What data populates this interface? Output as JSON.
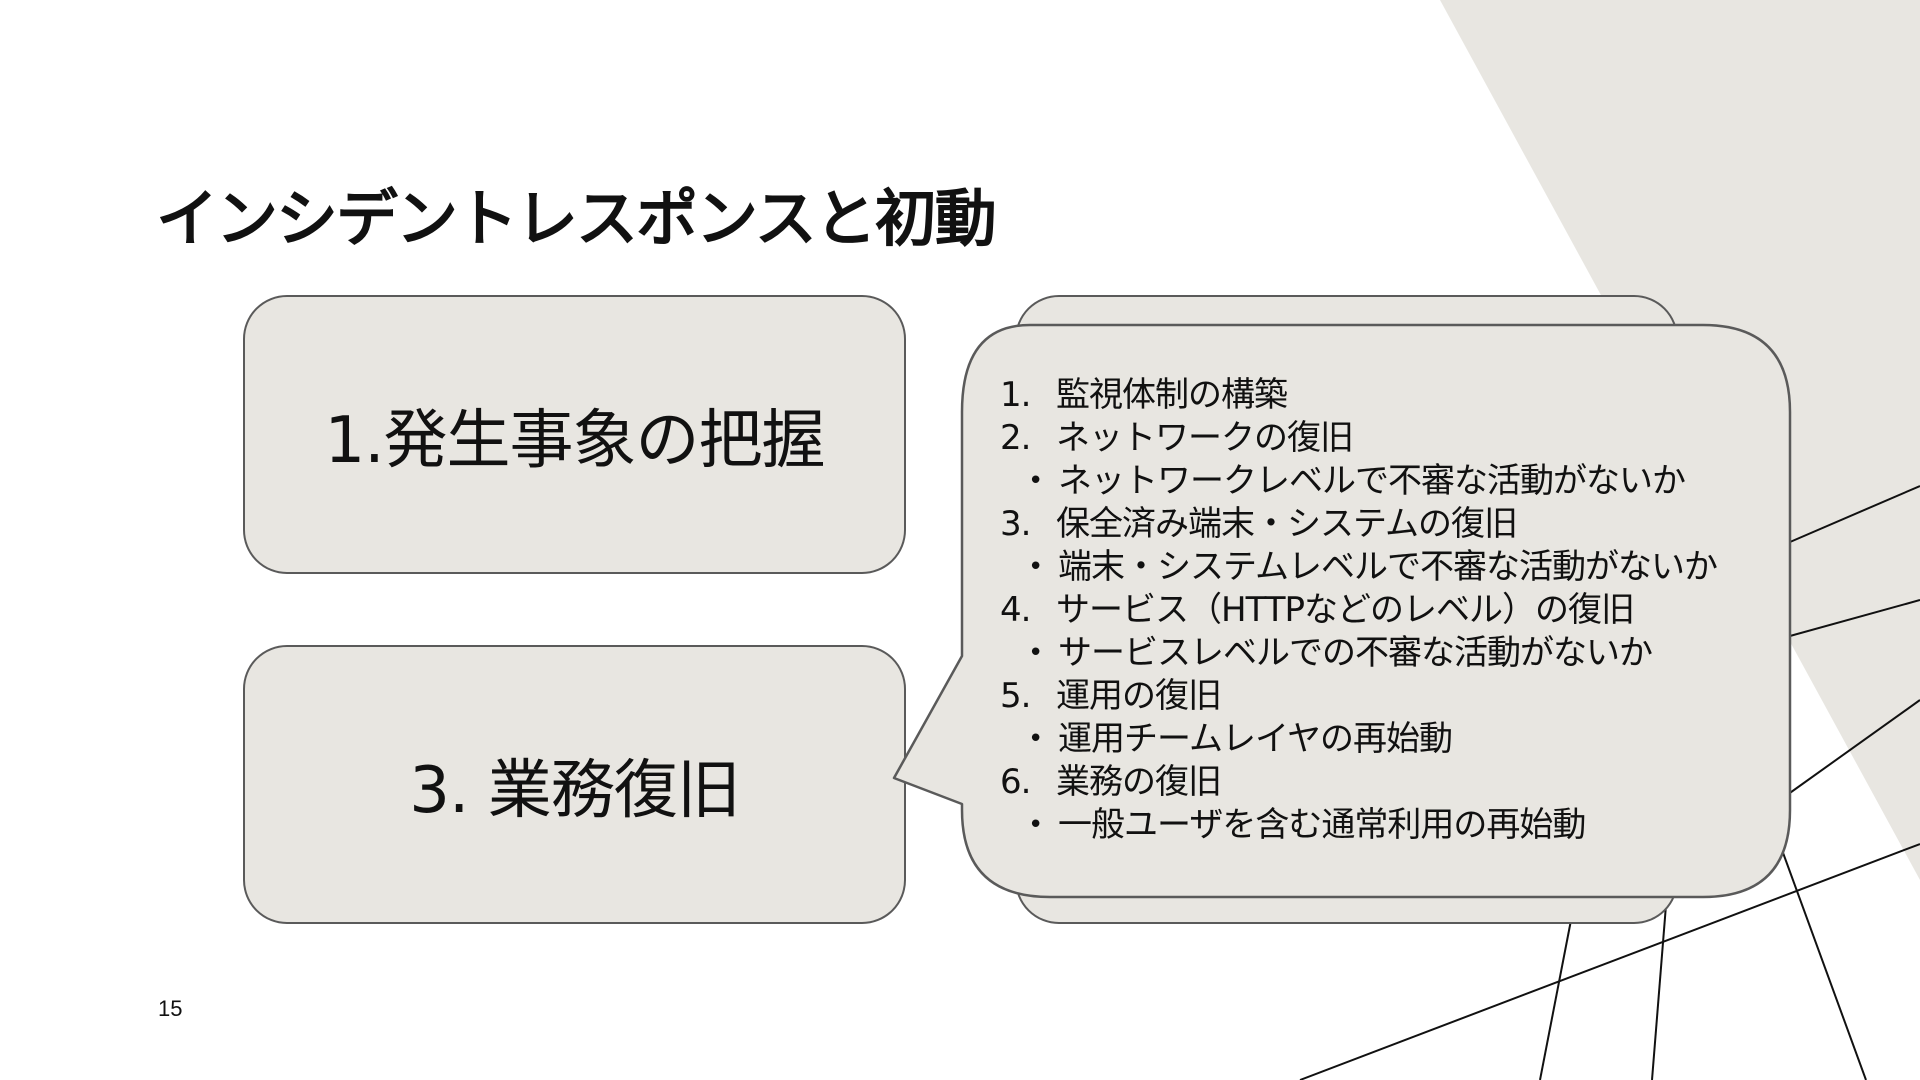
{
  "slide": {
    "title": "インシデントレスポンスと初動",
    "page_number": "15",
    "accent_bg_color": "#e8e6e1",
    "line_color": "#111111"
  },
  "boxes": {
    "box1_label": "1.発生事象の把握",
    "box3_label": "3. 業務復旧"
  },
  "callout": {
    "items": [
      {
        "num": "1.",
        "text": "監視体制の構築",
        "sub": ""
      },
      {
        "num": "2.",
        "text": "ネットワークの復旧",
        "sub": "ネットワークレベルで不審な活動がないか"
      },
      {
        "num": "3.",
        "text": "保全済み端末・システムの復旧",
        "sub": "端末・システムレベルで不審な活動がないか"
      },
      {
        "num": "4.",
        "text": "サービス（HTTPなどのレベル）の復旧",
        "sub": "サービスレベルでの不審な活動がないか"
      },
      {
        "num": "5.",
        "text": "運用の復旧",
        "sub": "運用チームレイヤの再始動"
      },
      {
        "num": "6.",
        "text": "業務の復旧",
        "sub": "一般ユーザを含む通常利用の再始動"
      }
    ]
  }
}
